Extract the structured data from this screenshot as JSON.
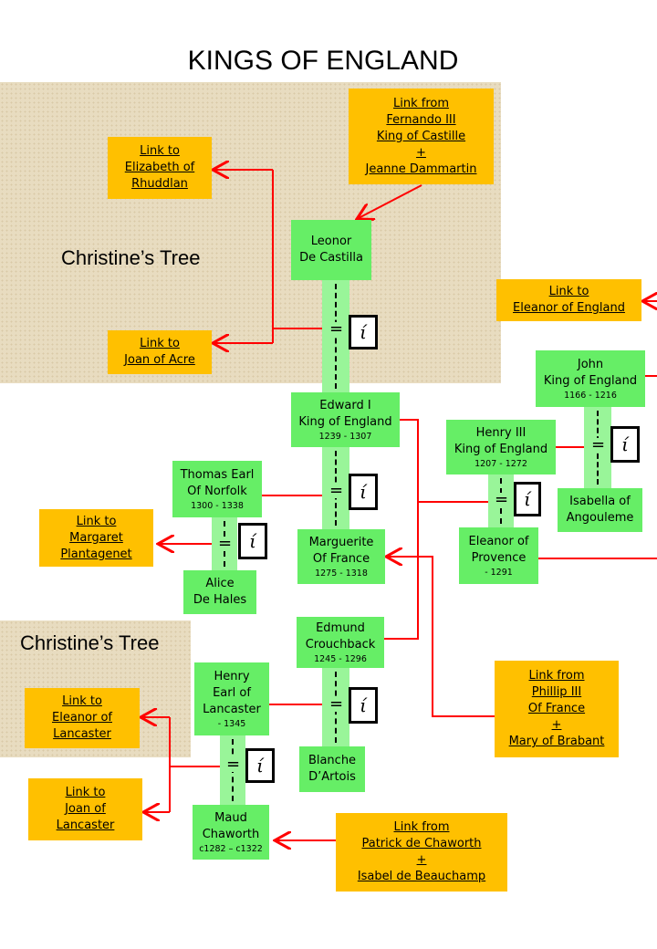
{
  "title": "KINGS OF ENGLAND",
  "tree_label": "Christine’s Tree",
  "ring_glyph": "ί",
  "eq": "=",
  "links": {
    "fernando": [
      "Link from",
      "Fernando III",
      "King of Castille",
      "+",
      "Jeanne Dammartin"
    ],
    "elizabeth": [
      "Link to",
      "Elizabeth of",
      "Rhuddlan"
    ],
    "joan_acre": [
      "Link to",
      "Joan of Acre"
    ],
    "eleanor_england": [
      "Link to",
      "Eleanor of England"
    ],
    "margaret": [
      "Link to",
      "Margaret",
      "Plantagenet"
    ],
    "phillip": [
      "Link from",
      "Phillip III",
      "Of France",
      "+",
      "Mary of Brabant"
    ],
    "eleanor_lancaster": [
      "Link to",
      "Eleanor of",
      "Lancaster"
    ],
    "joan_lancaster": [
      "Link to",
      "Joan of",
      "Lancaster"
    ],
    "patrick": [
      "Link from",
      "Patrick de Chaworth",
      "+",
      "Isabel de Beauchamp"
    ]
  },
  "people": {
    "leonor": [
      "Leonor",
      "De Castilla"
    ],
    "john": [
      "John",
      "King of England",
      "1166 - 1216"
    ],
    "edward": [
      "Edward I",
      "King of England",
      "1239 - 1307"
    ],
    "henry3": [
      "Henry III",
      "King of England",
      "1207 - 1272"
    ],
    "isabella": [
      "Isabella of",
      "Angouleme"
    ],
    "thomas": [
      "Thomas Earl",
      "Of Norfolk",
      "1300 - 1338"
    ],
    "marguerite": [
      "Marguerite",
      "Of France",
      "1275 - 1318"
    ],
    "eleanor_prov": [
      "Eleanor of",
      "Provence",
      "- 1291"
    ],
    "alice": [
      "Alice",
      "De Hales"
    ],
    "edmund": [
      "Edmund",
      "Crouchback",
      "1245 - 1296"
    ],
    "henry_earl": [
      "Henry",
      "Earl of",
      "Lancaster",
      "- 1345"
    ],
    "blanche": [
      "Blanche",
      "D’Artois"
    ],
    "maud": [
      "Maud",
      "Chaworth",
      "c1282 – c1322"
    ]
  }
}
